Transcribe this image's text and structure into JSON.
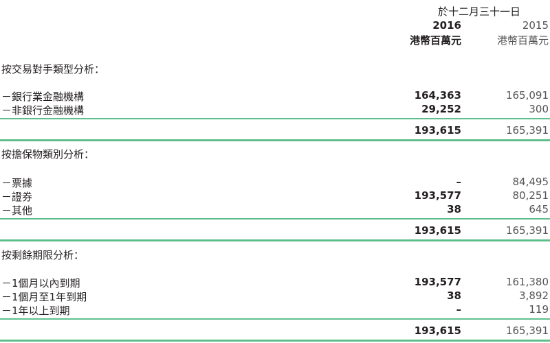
{
  "header": {
    "period": "於十二月三十一日",
    "current_year": "2016",
    "prior_year": "2015",
    "current_unit": "港幣百萬元",
    "prior_unit": "港幣百萬元"
  },
  "sections": [
    {
      "title": "按交易對手類型分析：",
      "rows": [
        {
          "label": "－銀行業金融機構",
          "current": "164,363",
          "prior": "165,091"
        },
        {
          "label": "－非銀行金融機構",
          "current": "29,252",
          "prior": "300"
        }
      ],
      "total": {
        "current": "193,615",
        "prior": "165,391"
      }
    },
    {
      "title": "按擔保物類別分析：",
      "rows": [
        {
          "label": "－票據",
          "current": "–",
          "prior": "84,495"
        },
        {
          "label": "－證券",
          "current": "193,577",
          "prior": "80,251"
        },
        {
          "label": "－其他",
          "current": "38",
          "prior": "645"
        }
      ],
      "total": {
        "current": "193,615",
        "prior": "165,391"
      }
    },
    {
      "title": "按剩餘期限分析：",
      "rows": [
        {
          "label": "－1個月以內到期",
          "current": "193,577",
          "prior": "161,380"
        },
        {
          "label": "－1個月至1年到期",
          "current": "38",
          "prior": "3,892"
        },
        {
          "label": "－1年以上到期",
          "current": "–",
          "prior": "119"
        }
      ],
      "total": {
        "current": "193,615",
        "prior": "165,391"
      }
    }
  ]
}
